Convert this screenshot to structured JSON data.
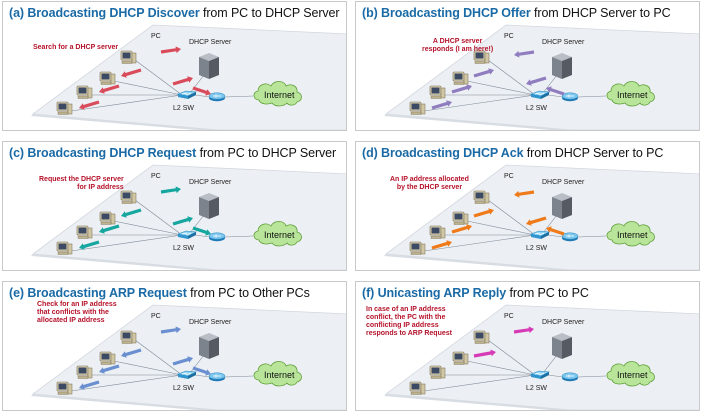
{
  "labels": {
    "pc": "PC",
    "server": "DHCP Server",
    "switch": "L2 SW",
    "internet": "Internet"
  },
  "panels": [
    {
      "prefix": "(a) ",
      "bold": "Broadcasting DHCP Discover",
      "rest": " from PC to DHCP Server",
      "note": "Search for a DHCP server",
      "color": "#d94b5a",
      "direction": "pc-to-all",
      "unicast": false
    },
    {
      "prefix": "(b) ",
      "bold": "Broadcasting DHCP Offer",
      "rest": " from DHCP Server to PC",
      "note": "A DHCP server\nresponds (I am here!)",
      "color": "#8f7dc0",
      "direction": "server-to-all",
      "unicast": false
    },
    {
      "prefix": "(c) ",
      "bold": "Broadcasting DHCP Request",
      "rest": " from PC to DHCP Server",
      "note": "Request the DHCP server\nfor IP address",
      "color": "#16a6a0",
      "direction": "pc-to-all",
      "unicast": false
    },
    {
      "prefix": "(d) ",
      "bold": "Broadcasting DHCP Ack",
      "rest": " from DHCP Server to PC",
      "note": "An IP address allocated\nby the DHCP server",
      "color": "#ef7a1a",
      "direction": "server-to-all",
      "unicast": false
    },
    {
      "prefix": "(e) ",
      "bold": "Broadcasting ARP Request",
      "rest": " from PC to Other PCs",
      "note": "Check for an IP address\nthat conflicts with the\nallocated IP address",
      "color": "#6a8fd0",
      "direction": "pc-to-all",
      "unicast": false
    },
    {
      "prefix": "(f) ",
      "bold": "Unicasting ARP Reply",
      "rest": " from PC to PC",
      "note": "In case of an IP address\nconflict, the PC with the\nconflicting IP address\nresponds to ARP Request",
      "color": "#d63ab6",
      "direction": "pc-to-pc",
      "unicast": true
    }
  ]
}
